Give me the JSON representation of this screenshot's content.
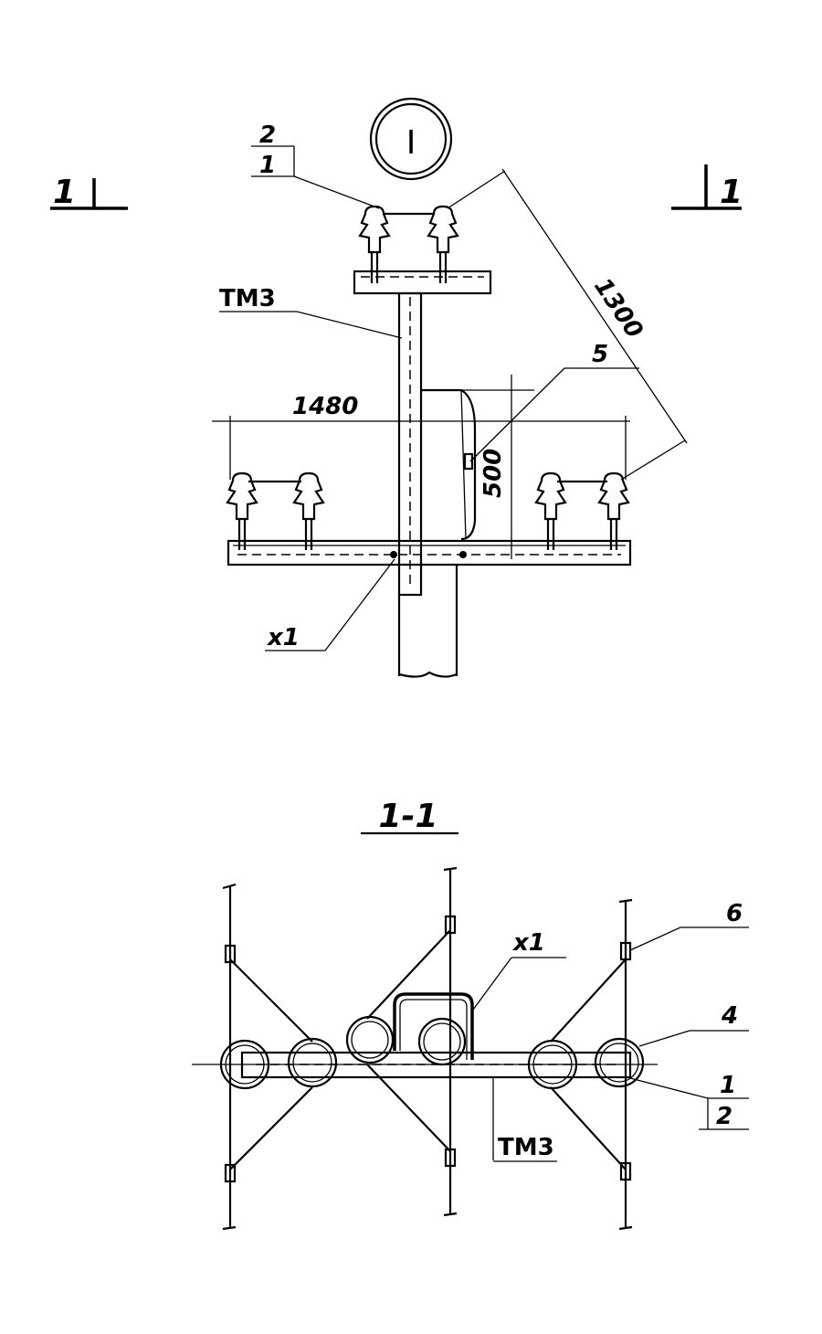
{
  "view_marker": "I",
  "section_marks": {
    "left": "1",
    "right": "1"
  },
  "top_view": {
    "insulator_callout": {
      "top": "2",
      "bottom": "1"
    },
    "pole_label": "ТМ3",
    "dimension_diagonal": "1300",
    "dimension_width": "1480",
    "dimension_height": "500",
    "bracket_label": "5",
    "clamp_label": "х1"
  },
  "section_view": {
    "title": "1-1",
    "clamp_label": "х1",
    "label_6": "6",
    "label_4": "4",
    "callout": {
      "top": "1",
      "bottom": "2"
    },
    "beam_label": "ТМ3"
  }
}
